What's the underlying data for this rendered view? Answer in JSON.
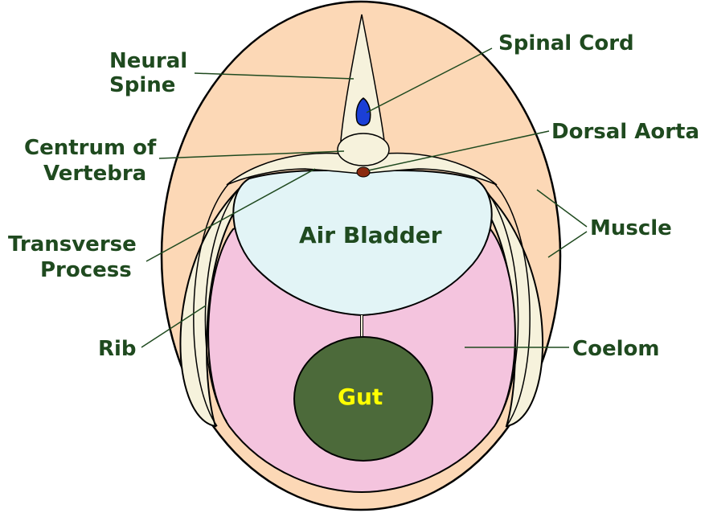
{
  "labels": {
    "neural_spine": [
      "Neural",
      "Spine"
    ],
    "spinal_cord": "Spinal Cord",
    "centrum": [
      "Centrum of",
      "Vertebra"
    ],
    "dorsal_aorta": "Dorsal Aorta",
    "transverse_process": [
      "Transverse",
      "Process"
    ],
    "muscle": "Muscle",
    "air_bladder": "Air Bladder",
    "rib": "Rib",
    "coelom": "Coelom",
    "gut": "Gut"
  },
  "colors": {
    "muscle": "#fcd8b6",
    "coelom": "#f4c4de",
    "air_bladder": "#e2f4f6",
    "bone": "#f6f2dc",
    "spinal_cord": "#1b3fd6",
    "dorsal_aorta": "#8a2a10",
    "gut": "#4c6a3a",
    "gut_label": "#ffff00",
    "outline": "#000000",
    "label_text": "#1f4a1f"
  }
}
